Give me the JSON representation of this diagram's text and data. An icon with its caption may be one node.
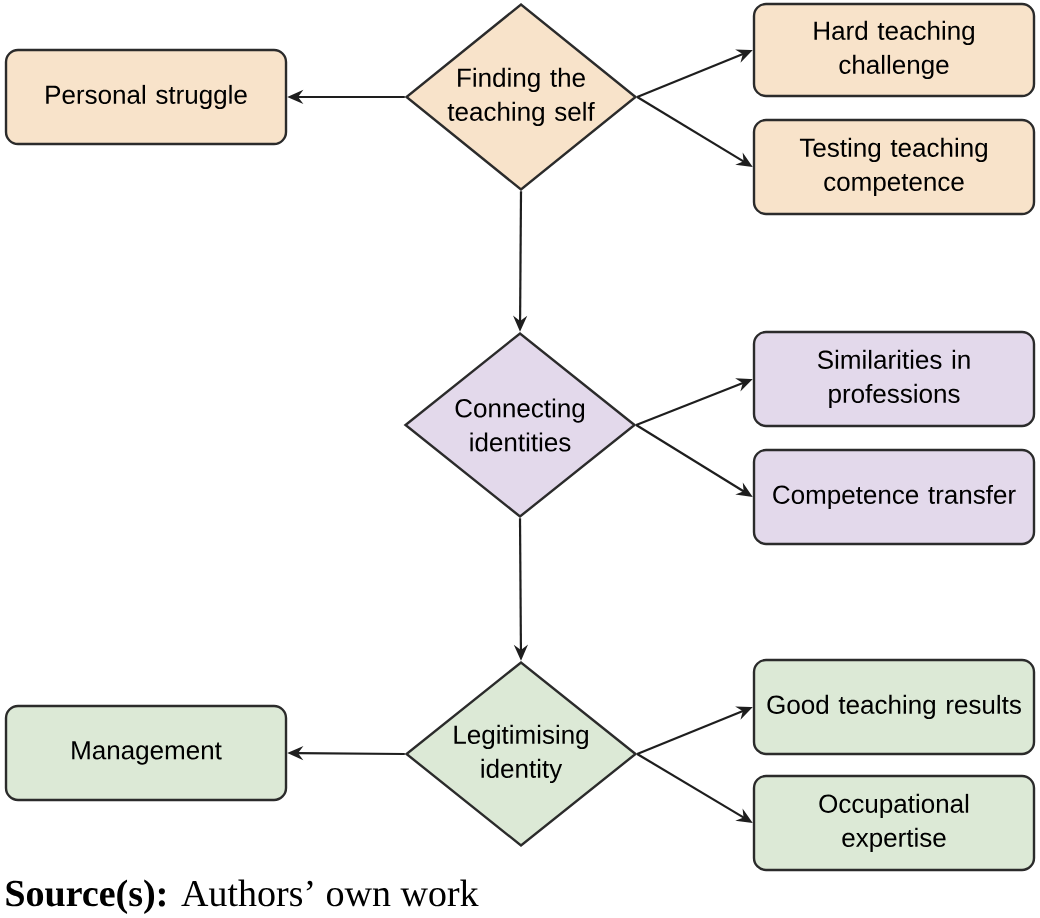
{
  "diagram": {
    "caption": "**Source(s):** Authors’ own work",
    "nodes": [
      {
        "text": [
          "Personal struggle"
        ]
      },
      {
        "text": [
          "Finding the teaching self"
        ]
      },
      {
        "text": [
          "Hard teaching challenge"
        ]
      },
      {
        "text": [
          "Testing teaching competence"
        ]
      },
      {
        "text": [
          "Connecting identities"
        ]
      },
      {
        "text": [
          "Similarities in professions"
        ]
      },
      {
        "text": [
          "Competence transfer"
        ]
      },
      {
        "text": [
          "Management"
        ]
      },
      {
        "text": [
          "Legitimising identity"
        ]
      },
      {
        "text": [
          "Good teaching results"
        ]
      },
      {
        "text": [
          "Occupational expertise"
        ]
      }
    ],
    "edges": [
      {
        "from": 1,
        "to": 0,
        "arrow": "to"
      },
      {
        "from": 1,
        "to": 2,
        "arrow": "to"
      },
      {
        "from": 1,
        "to": 3,
        "arrow": "to"
      },
      {
        "from": 1,
        "to": 4,
        "arrow": "to"
      },
      {
        "from": 4,
        "to": 5,
        "arrow": "to"
      },
      {
        "from": 4,
        "to": 6,
        "arrow": "to"
      },
      {
        "from": 4,
        "to": 8,
        "arrow": "to"
      },
      {
        "from": 8,
        "to": 7,
        "arrow": "to"
      },
      {
        "from": 8,
        "to": 9,
        "arrow": "to"
      },
      {
        "from": 8,
        "to": 10,
        "arrow": "to"
      }
    ]
  }
}
